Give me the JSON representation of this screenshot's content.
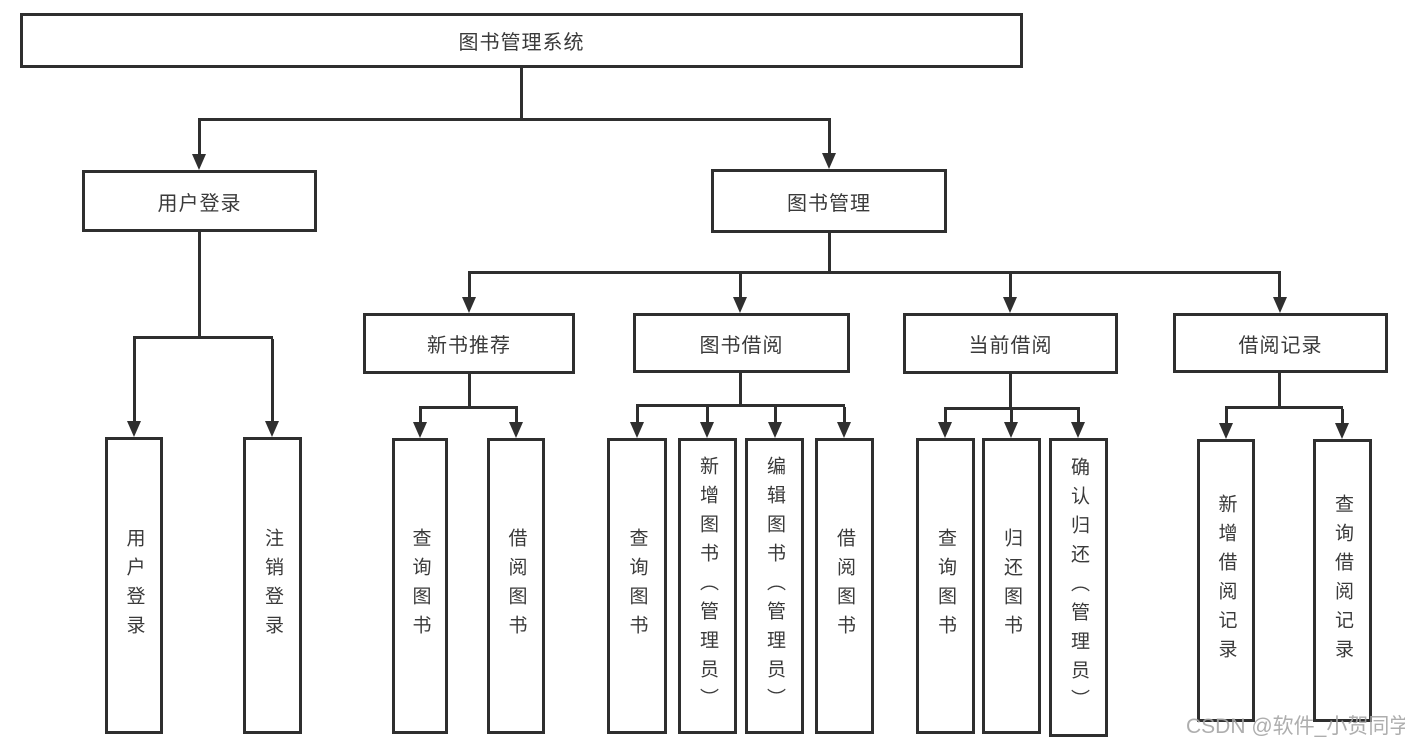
{
  "nodes": {
    "root": "图书管理系统",
    "level2": [
      "用户登录",
      "图书管理"
    ],
    "level3": [
      "新书推荐",
      "图书借阅",
      "当前借阅",
      "借阅记录"
    ],
    "leaves_user_login": [
      "用户登录",
      "注销登录"
    ],
    "leaves_recommend": [
      "查询图书",
      "借阅图书"
    ],
    "leaves_borrow": [
      "查询图书",
      "新增图书（管理员）",
      "编辑图书（管理员）",
      "借阅图书"
    ],
    "leaves_current": [
      "查询图书",
      "归还图书",
      "确认归还（管理员）"
    ],
    "leaves_records": [
      "新增借阅记录",
      "查询借阅记录"
    ]
  },
  "watermark": "CSDN @软件_小贺同学",
  "colors": {
    "line": "#2f2f2f",
    "text": "#3a3a3a",
    "background": "#ffffff",
    "watermark": "#a5a5a5"
  }
}
